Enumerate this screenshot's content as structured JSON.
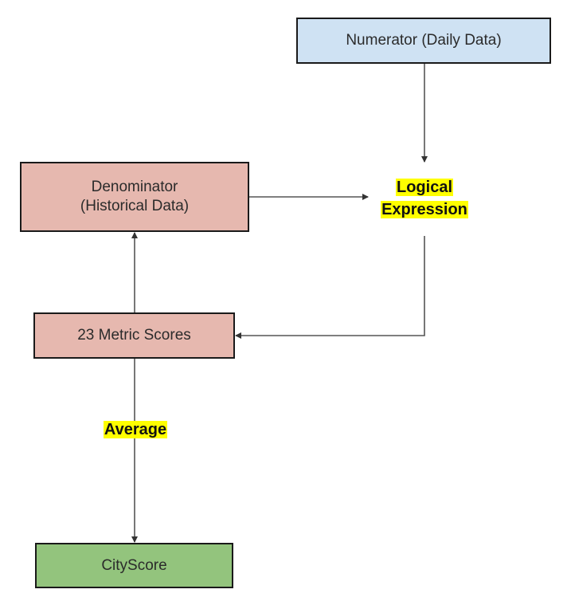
{
  "diagram": {
    "nodes": {
      "numerator": {
        "label": "Numerator (Daily Data)",
        "color": "#cfe2f3"
      },
      "denominator": {
        "line1": "Denominator",
        "line2": "(Historical Data)",
        "color": "#e6b8af"
      },
      "metric_scores": {
        "label": "23 Metric Scores",
        "color": "#e6b8af"
      },
      "cityscore": {
        "label": "CityScore",
        "color": "#93c47d"
      }
    },
    "labels": {
      "logical_expression": {
        "line1": "Logical",
        "line2": "Expression",
        "highlight": "#ffff00"
      },
      "average": {
        "text": "Average",
        "highlight": "#ffff00"
      }
    },
    "edges": [
      {
        "from": "numerator",
        "to": "logical_expression"
      },
      {
        "from": "denominator",
        "to": "logical_expression"
      },
      {
        "from": "logical_expression",
        "to": "metric_scores"
      },
      {
        "from": "metric_scores",
        "to": "denominator"
      },
      {
        "from": "metric_scores",
        "to": "cityscore",
        "label": "Average"
      }
    ]
  }
}
